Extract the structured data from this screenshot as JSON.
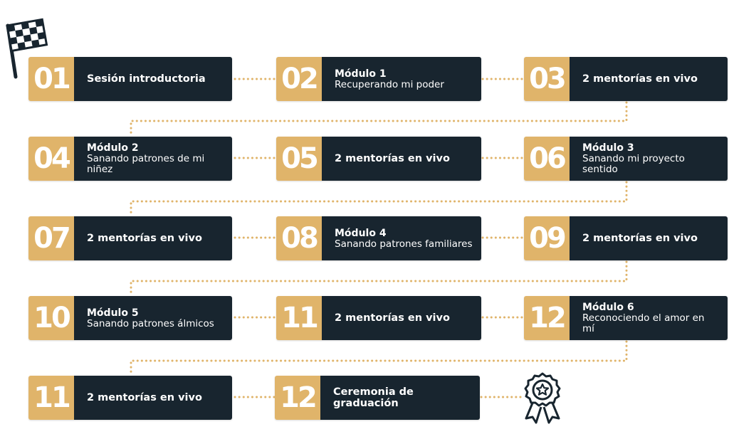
{
  "colors": {
    "accent": "#e0b46a",
    "dark": "#18252f",
    "dots": "#e0b46a"
  },
  "icons": {
    "start": "checkered-flag-icon",
    "end": "award-ribbon-icon"
  },
  "steps": [
    {
      "num": "01",
      "title": "Sesión introductoria",
      "sub": ""
    },
    {
      "num": "02",
      "title": "Módulo 1",
      "sub": "Recuperando mi poder"
    },
    {
      "num": "03",
      "title": "2 mentorías en vivo",
      "sub": ""
    },
    {
      "num": "04",
      "title": "Módulo 2",
      "sub": "Sanando patrones de mi niñez"
    },
    {
      "num": "05",
      "title": "2 mentorías en vivo",
      "sub": ""
    },
    {
      "num": "06",
      "title": "Módulo 3",
      "sub": "Sanando mi proyecto sentido"
    },
    {
      "num": "07",
      "title": "2 mentorías en vivo",
      "sub": ""
    },
    {
      "num": "08",
      "title": "Módulo 4",
      "sub": "Sanando patrones familiares"
    },
    {
      "num": "09",
      "title": "2 mentorías en vivo",
      "sub": ""
    },
    {
      "num": "10",
      "title": "Módulo 5",
      "sub": "Sanando patrones álmicos"
    },
    {
      "num": "11",
      "title": "2 mentorías en vivo",
      "sub": ""
    },
    {
      "num": "12",
      "title": "Módulo 6",
      "sub": "Reconociendo el amor en mí"
    },
    {
      "num": "11",
      "title": "2 mentorías en vivo",
      "sub": ""
    },
    {
      "num": "12",
      "title": "Ceremonia de graduación",
      "sub": ""
    }
  ]
}
